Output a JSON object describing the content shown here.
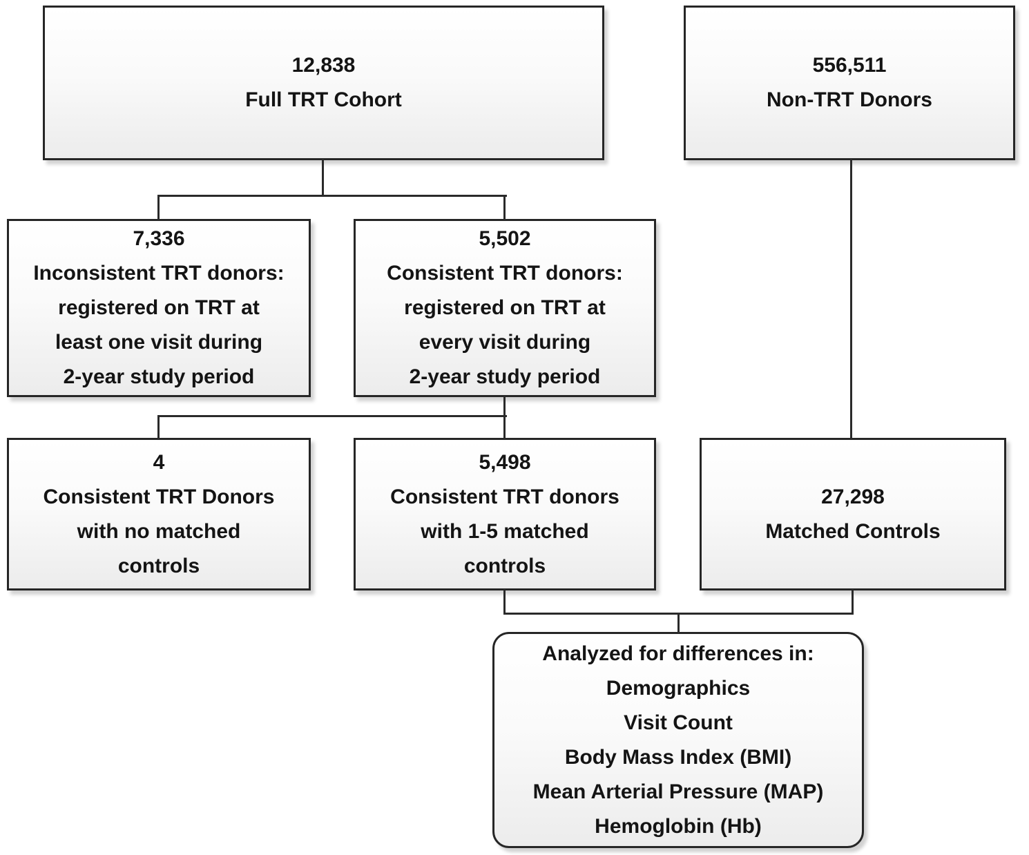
{
  "figure": {
    "type": "flowchart",
    "description": "Study cohort selection flow diagram for TRT donors and matched controls"
  },
  "style": {
    "box_border_color": "#262626",
    "box_fill_top": "#ffffff",
    "box_fill_bottom": "#ececec",
    "connector_color": "#2a2a2a",
    "text_color": "#141414"
  },
  "boxes": {
    "full_trt_cohort": {
      "count": "12,838",
      "label": "Full TRT Cohort"
    },
    "non_trt_donors": {
      "count": "556,511",
      "label": "Non-TRT Donors"
    },
    "inconsistent_trt": {
      "count": "7,336",
      "label_lines": [
        "Inconsistent TRT donors:",
        "registered on TRT at",
        "least one visit during",
        "2-year study period"
      ]
    },
    "consistent_trt": {
      "count": "5,502",
      "label_lines": [
        "Consistent TRT donors:",
        "registered on TRT at",
        "every visit during",
        "2-year study period"
      ]
    },
    "no_matched_controls": {
      "count": "4",
      "label_lines": [
        "Consistent TRT Donors",
        "with no matched",
        "controls"
      ]
    },
    "matched_1_5": {
      "count": "5,498",
      "label_lines": [
        "Consistent TRT donors",
        "with 1-5 matched",
        "controls"
      ]
    },
    "matched_controls": {
      "count": "27,298",
      "label": "Matched Controls"
    },
    "analysis": {
      "title": "Analyzed for differences in:",
      "items": [
        "Demographics",
        "Visit Count",
        "Body Mass Index (BMI)",
        "Mean Arterial Pressure (MAP)",
        "Hemoglobin (Hb)"
      ]
    }
  }
}
